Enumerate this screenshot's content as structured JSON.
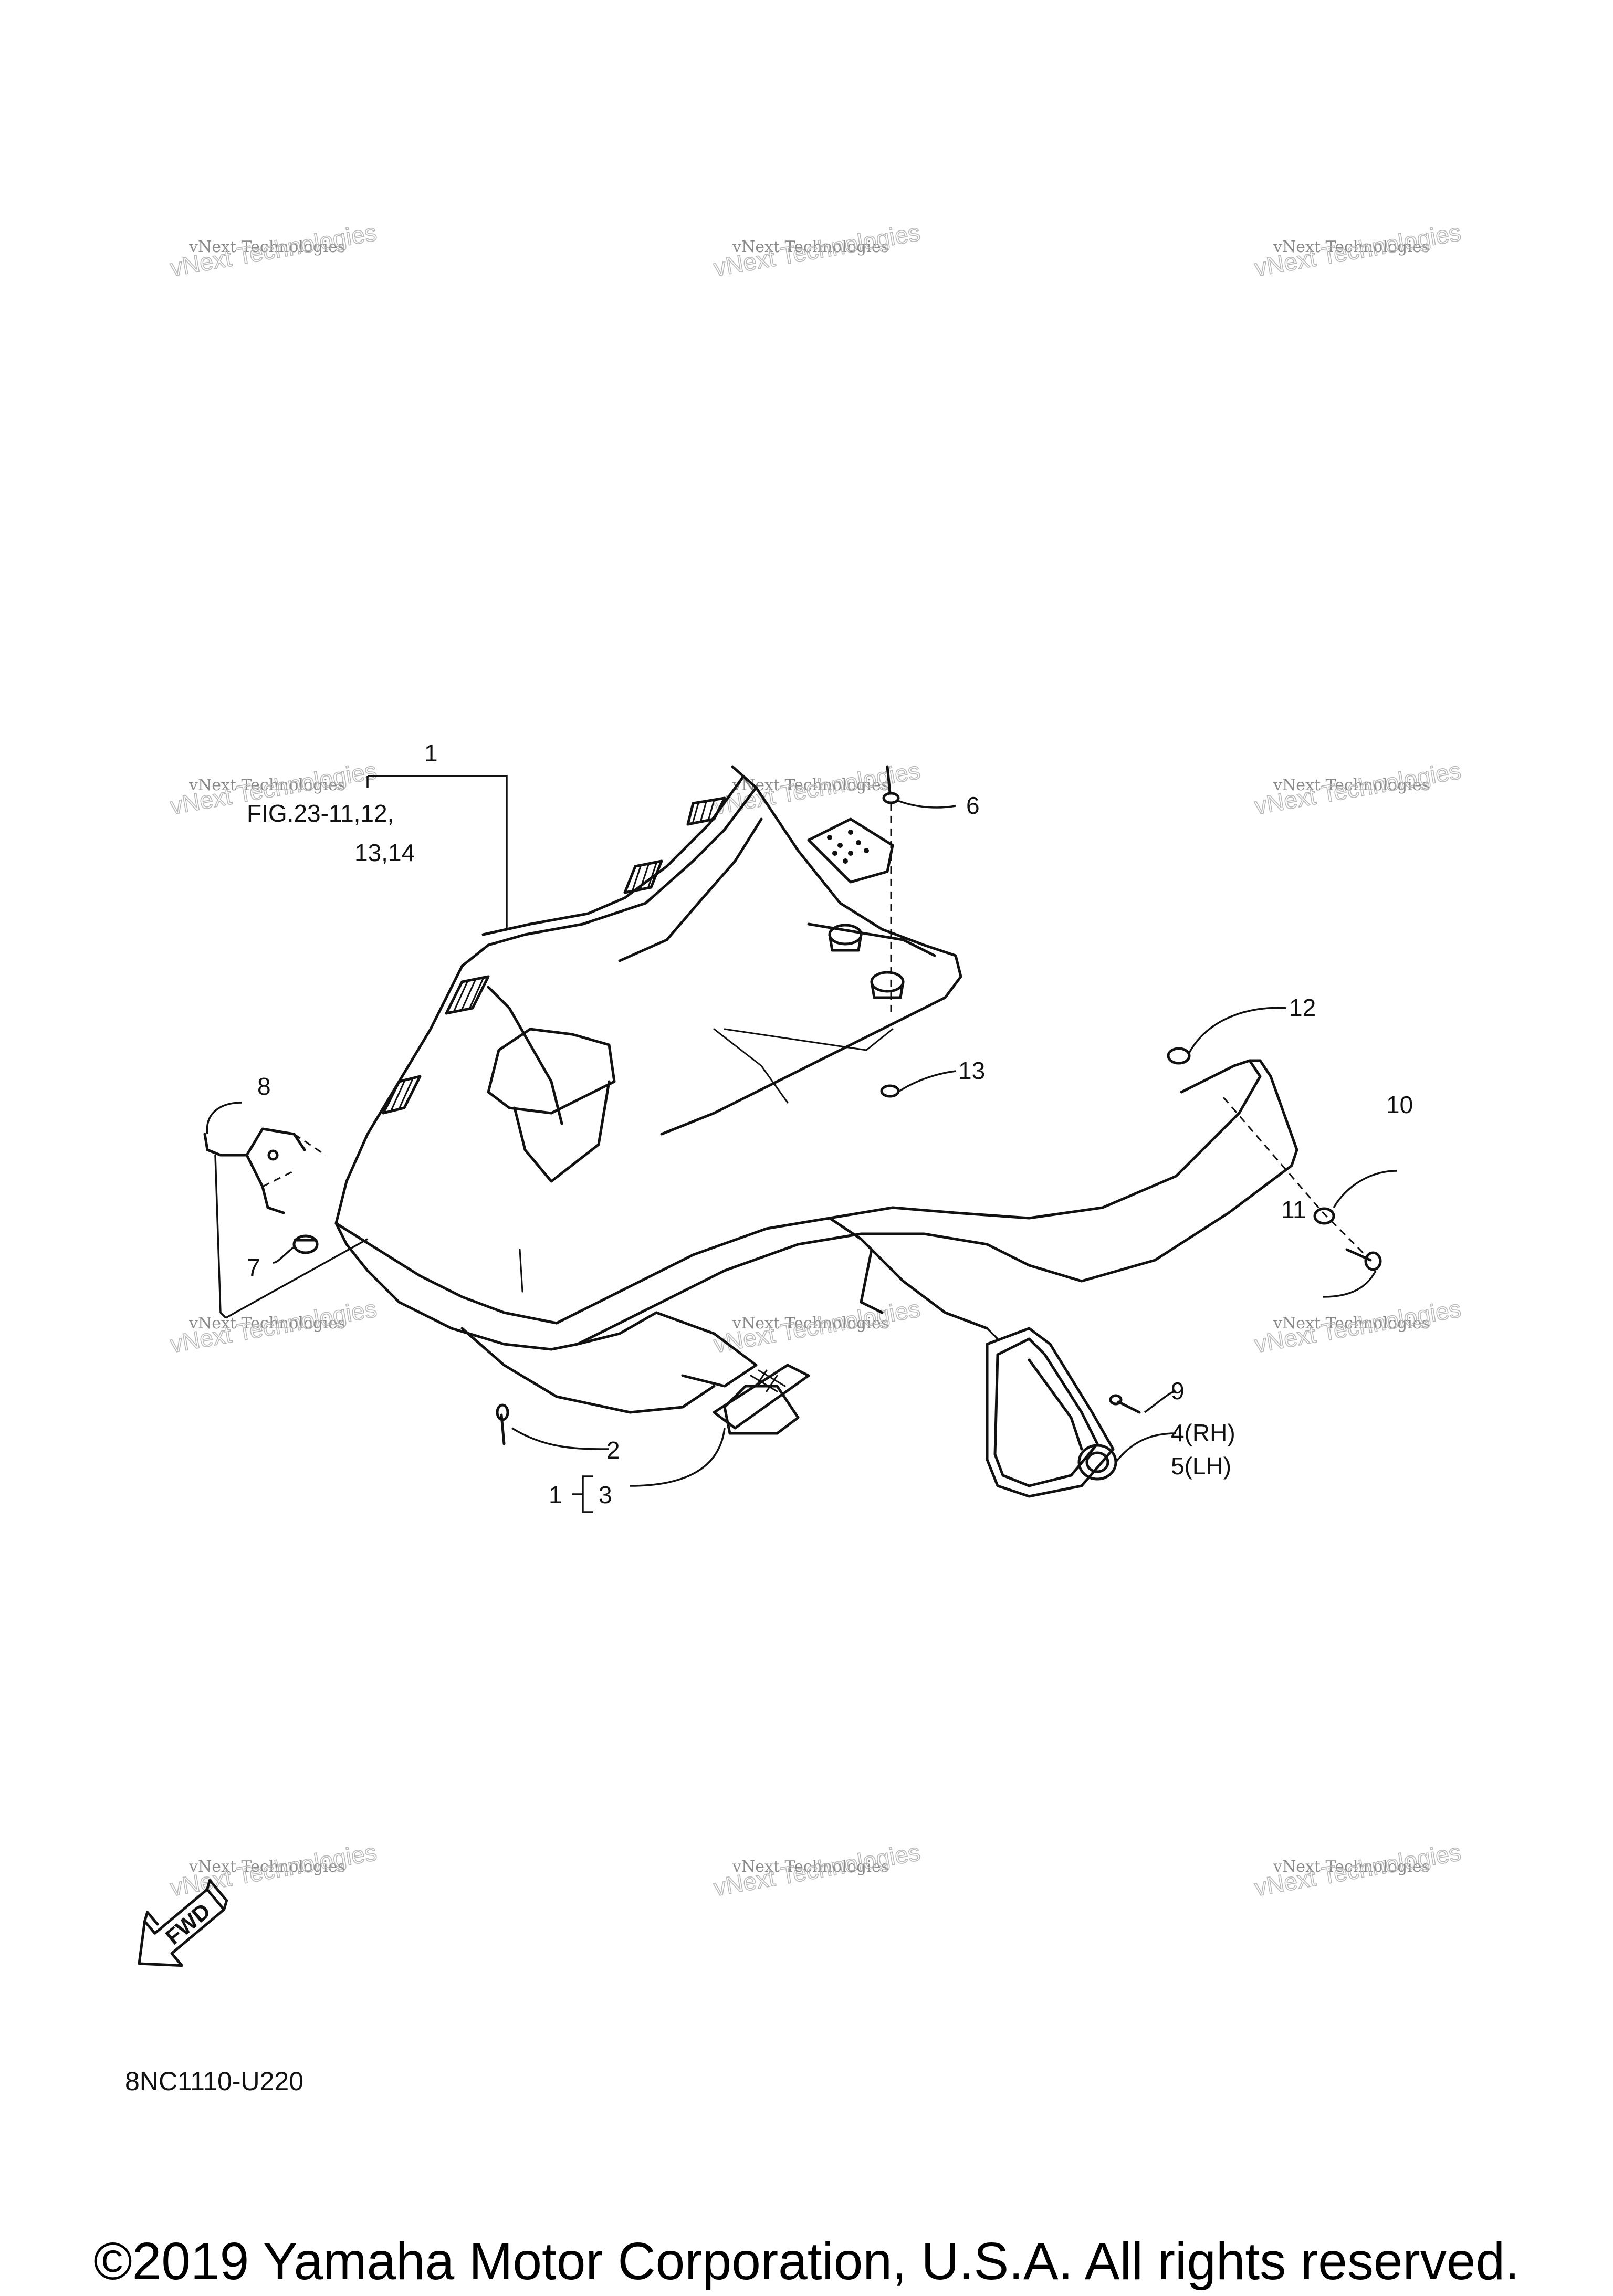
{
  "diagram_code": "8NC1110-U220",
  "copyright": "©2019 Yamaha Motor Corporation, U.S.A. All rights reserved.",
  "fwd_label": "FWD",
  "watermark": {
    "line1": "vNext Technologies",
    "line2": "vNext Technologies"
  },
  "figure_reference": {
    "line1": "FIG.23-11,12,",
    "line2": "13,14"
  },
  "callouts": {
    "c1": "1",
    "c2": "2",
    "c3": "3",
    "c1b": "1",
    "c4": "4(RH)",
    "c5": "5(LH)",
    "c6": "6",
    "c7": "7",
    "c8": "8",
    "c9": "9",
    "c10": "10",
    "c11": "11",
    "c12": "12",
    "c13": "13"
  }
}
